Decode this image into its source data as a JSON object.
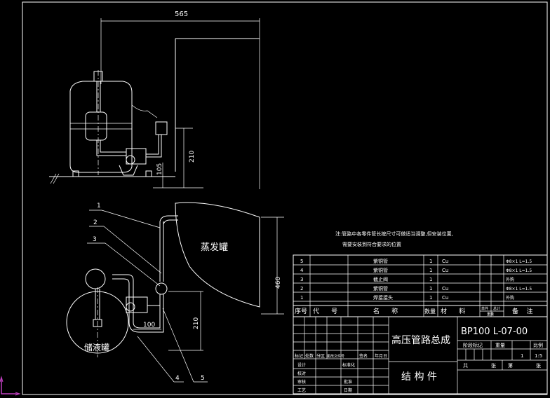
{
  "dimensions": {
    "top_width": "565",
    "height_210_upper": "210",
    "height_105": "105",
    "height_460": "460",
    "height_210_lower": "210",
    "width_100": "100"
  },
  "labels": {
    "evaporator": "蒸发罐",
    "storage_tank": "储液罐"
  },
  "callouts": [
    "1",
    "2",
    "3",
    "4",
    "5"
  ],
  "notes": {
    "line1": "注:管路中各零件管长按尺寸可做适当调整,但安装位置,",
    "line2": "需要安装到符合要求的位置"
  },
  "parts_table": {
    "rows": [
      {
        "no": "5",
        "name": "紫铜管",
        "qty": "1",
        "material": "Cu",
        "remark": "Φ8×1  L=1.5"
      },
      {
        "no": "4",
        "name": "紫铜管",
        "qty": "1",
        "material": "Cu",
        "remark": "Φ8×1  L=1.5"
      },
      {
        "no": "3",
        "name": "截止阀",
        "qty": "1",
        "material": "",
        "remark": "外购"
      },
      {
        "no": "2",
        "name": "紫铜管",
        "qty": "1",
        "material": "Cu",
        "remark": "Φ8×1  L=1.5"
      },
      {
        "no": "1",
        "name": "焊接接头",
        "qty": "1",
        "material": "Cu",
        "remark": "外购"
      }
    ],
    "header": {
      "no": "序号",
      "code": "代      号",
      "name": "名      称",
      "qty": "数量",
      "material": "材      料",
      "unit_weight": "单件",
      "total_weight": "总计",
      "weight": "重量",
      "remark": "备    注"
    }
  },
  "title_block": {
    "drawing_title": "高压管路总成",
    "drawing_code": "BP100 L-07-00",
    "part_type": "结 构 件",
    "stage_label": "阶段标记",
    "weight_label": "重量",
    "scale_label": "比例",
    "scale_value": "1:5",
    "qty_value": "1",
    "sheet_total": "共",
    "sheet_label": "张",
    "sheet_no": "第",
    "sheet_label2": "张",
    "revision_headers": [
      "标记",
      "处数",
      "分区",
      "更改文件号",
      "签名",
      "年月日"
    ],
    "roles": [
      "设计",
      "校对",
      "审核",
      "工艺"
    ],
    "role_extra": [
      "标准化",
      "批准",
      "日期"
    ]
  }
}
